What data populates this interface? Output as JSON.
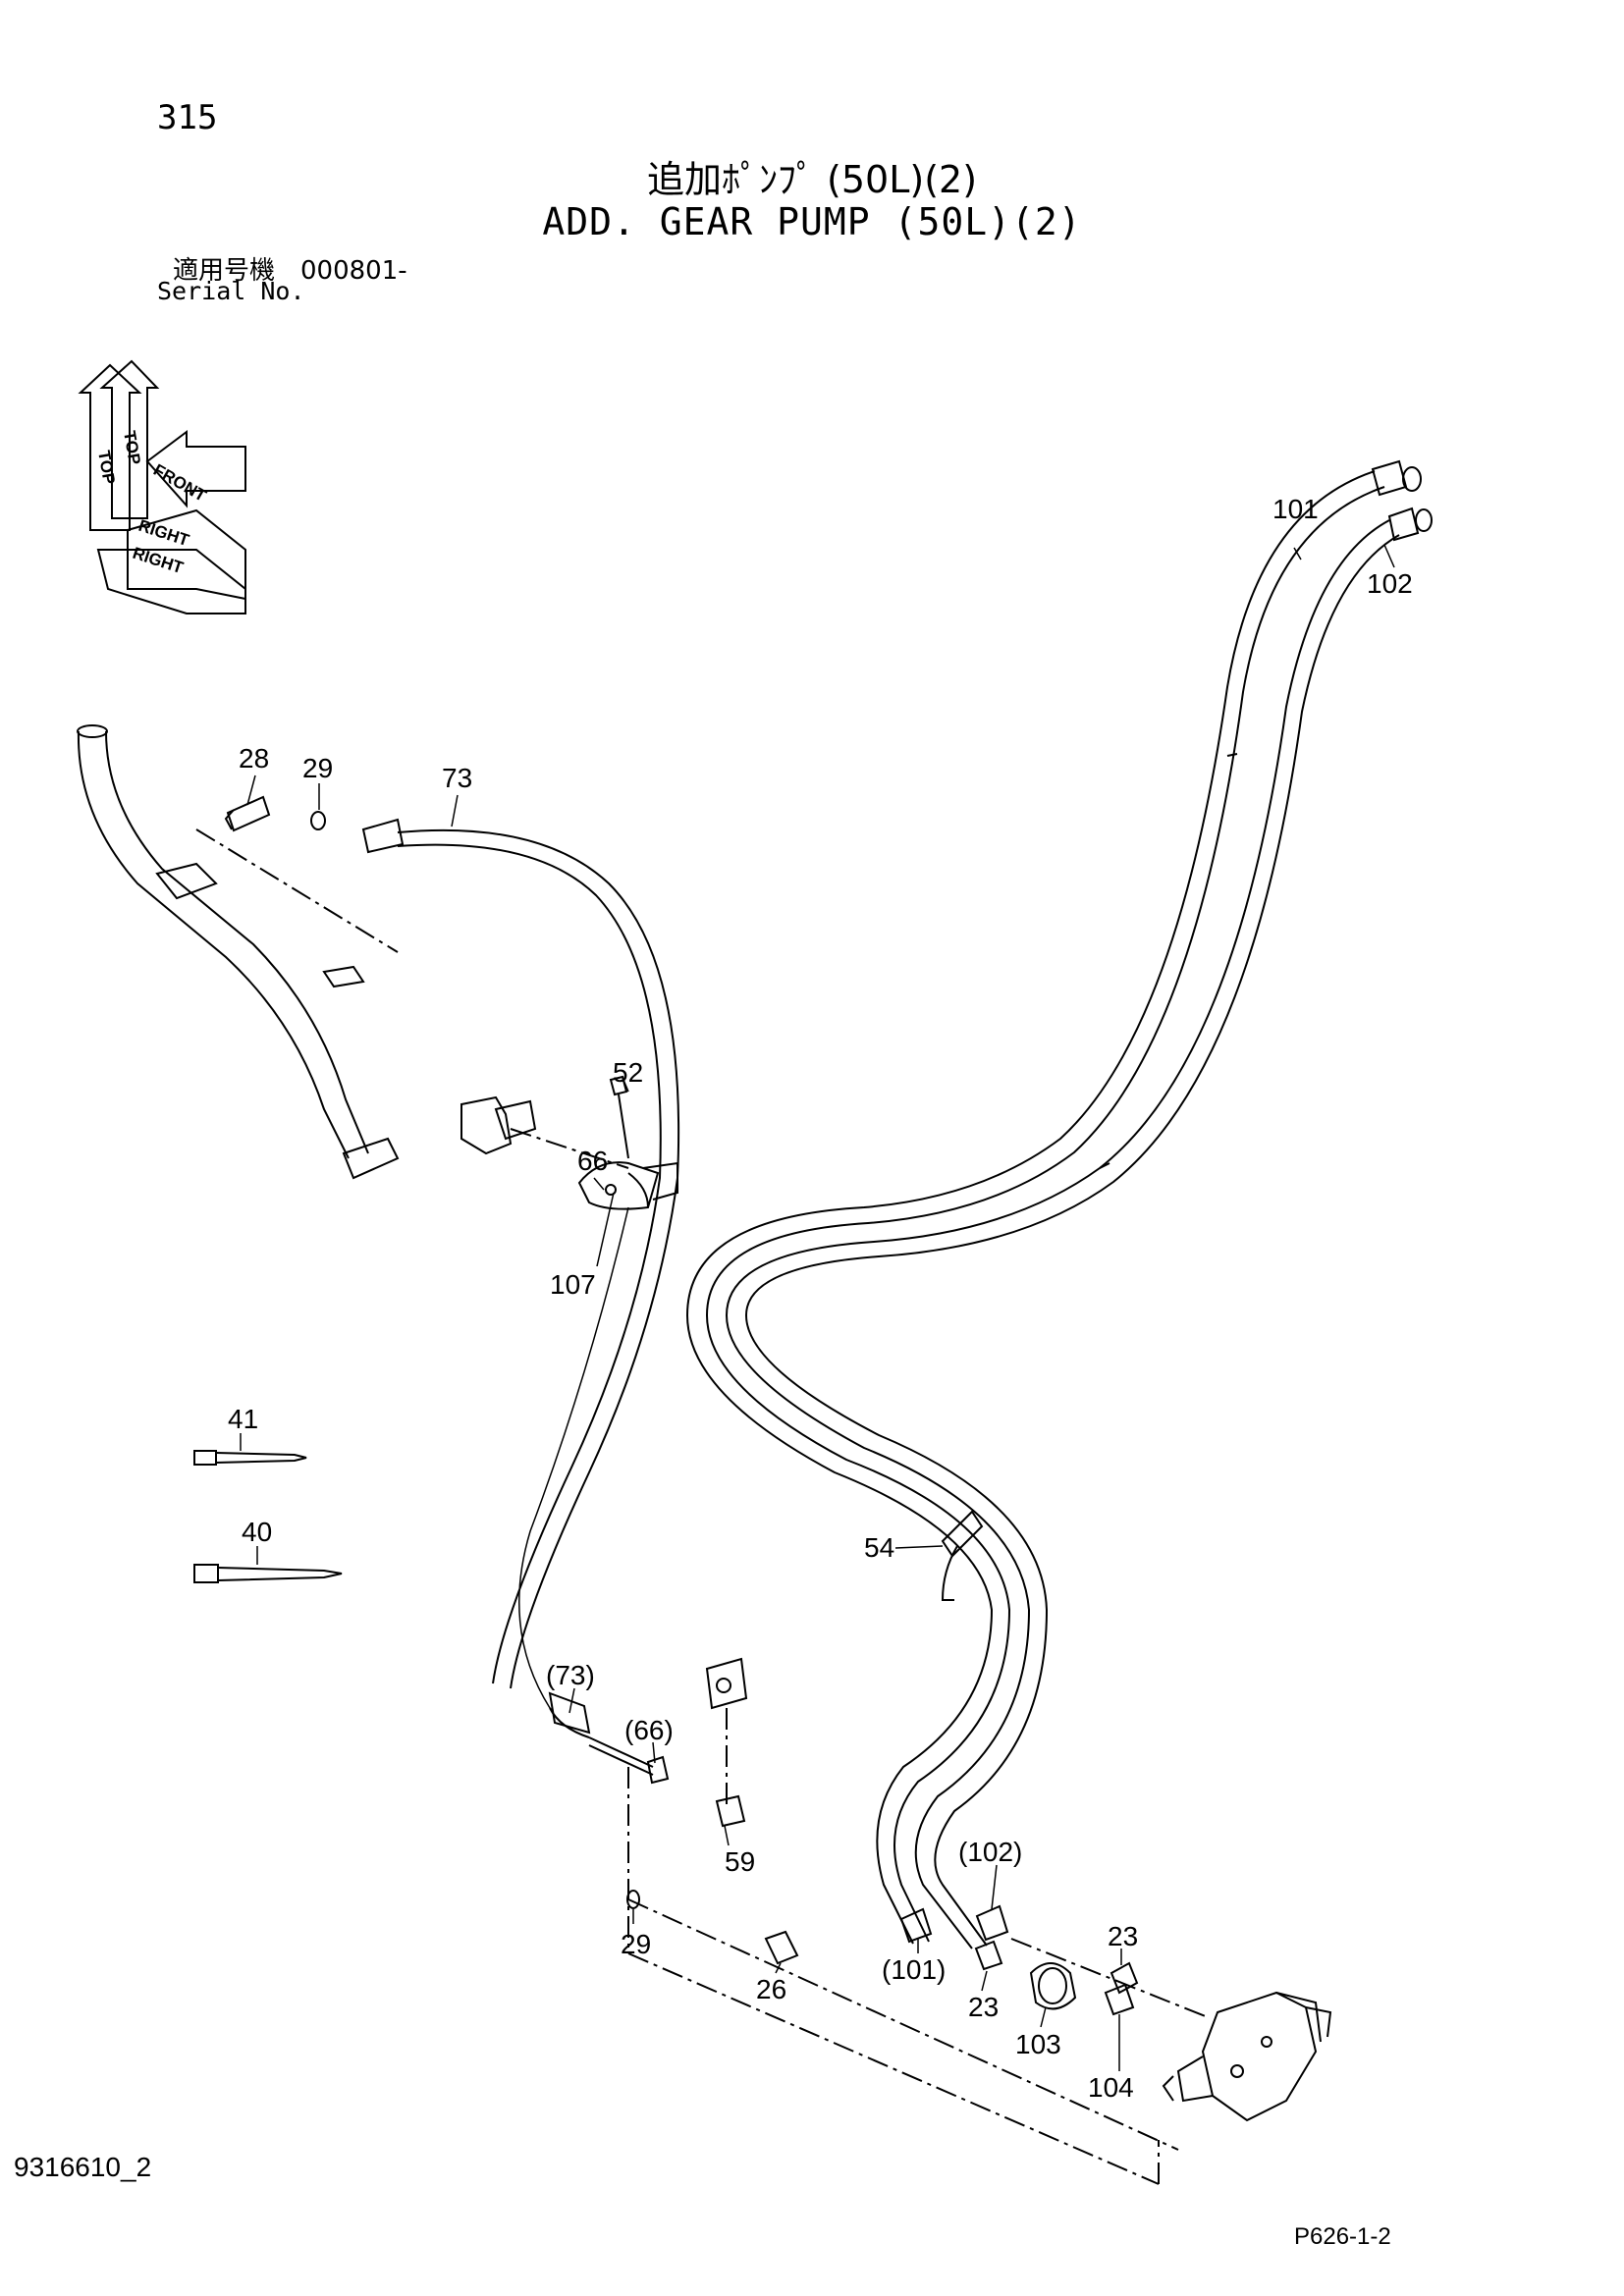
{
  "header": {
    "page_number": "315",
    "title_jp": "追加ﾎﾟﾝﾌﾟ (50L)(2)",
    "title_en": "ADD. GEAR PUMP (50L)(2)",
    "serial_jp": "適用号機　000801-",
    "serial_en": "Serial No."
  },
  "footer": {
    "doc_number": "9316610_2",
    "ref_code": "P626-1-2"
  },
  "orientation": {
    "top": "TOP",
    "front": "FRONT",
    "right": "RIGHT"
  },
  "callouts": {
    "c101": "101",
    "c102": "102",
    "c28": "28",
    "c29a": "29",
    "c73": "73",
    "c52": "52",
    "c66": "66",
    "c107": "107",
    "c41": "41",
    "c40": "40",
    "c54": "54",
    "c73p": "(73)",
    "c66p": "(66)",
    "c59": "59",
    "c29b": "29",
    "c102p": "(102)",
    "c23a": "23",
    "c26": "26",
    "c101p": "(101)",
    "c23b": "23",
    "c103": "103",
    "c104": "104"
  }
}
